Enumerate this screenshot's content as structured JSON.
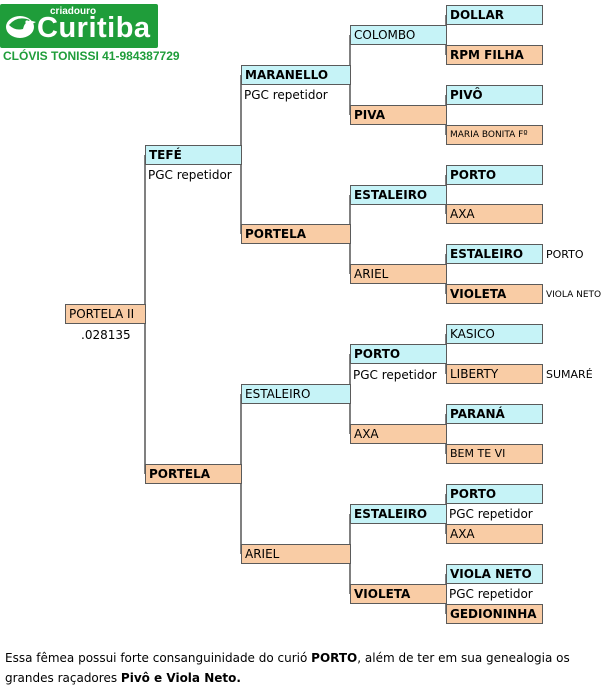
{
  "logo": {
    "small": "criadouro",
    "big": "Curitiba",
    "contact": "CLÓVIS TONISSI 41-984387729"
  },
  "nodes": {
    "g0": {
      "name": "PORTELA II",
      "note": ".028135"
    },
    "g1_tefe": {
      "name": "TEFÉ",
      "note": "PGC repetidor"
    },
    "g1_portela": {
      "name": "PORTELA"
    },
    "g2_maranello": {
      "name": "MARANELLO",
      "note": "PGC repetidor"
    },
    "g2_portela": {
      "name": "PORTELA"
    },
    "g2_estaleiro": {
      "name": "ESTALEIRO"
    },
    "g2_ariel": {
      "name": "ARIEL"
    },
    "g3_colombo": {
      "name": "COLOMBO"
    },
    "g3_piva": {
      "name": "PIVA"
    },
    "g3_estaleiro_a": {
      "name": "ESTALEIRO"
    },
    "g3_ariel": {
      "name": "ARIEL"
    },
    "g3_porto": {
      "name": "PORTO",
      "note": "PGC repetidor"
    },
    "g3_axa": {
      "name": "AXA"
    },
    "g3_estaleiro_b": {
      "name": "ESTALEIRO"
    },
    "g3_violeta": {
      "name": "VIOLETA"
    },
    "g4_dollar": {
      "name": "DOLLAR"
    },
    "g4_rpm": {
      "name": "RPM FILHA"
    },
    "g4_pivo": {
      "name": "PIVÔ"
    },
    "g4_maria": {
      "name": "MARIA BONITA Fº"
    },
    "g4_porto_a": {
      "name": "PORTO"
    },
    "g4_axa_a": {
      "name": "AXA"
    },
    "g4_estaleiro": {
      "name": "ESTALEIRO",
      "side": "PORTO"
    },
    "g4_violeta": {
      "name": "VIOLETA",
      "side": "VIOLA NETO"
    },
    "g4_kasico": {
      "name": "KASICO"
    },
    "g4_liberty": {
      "name": "LIBERTY",
      "side": "SUMARÉ"
    },
    "g4_parana": {
      "name": "PARANÁ"
    },
    "g4_bemtevi": {
      "name": "BEM TE VI"
    },
    "g4_porto_b": {
      "name": "PORTO",
      "note": "PGC repetidor"
    },
    "g4_axa_b": {
      "name": "AXA"
    },
    "g4_violaneto": {
      "name": "VIOLA NETO",
      "note": "PGC repetidor"
    },
    "g4_gedioninha": {
      "name": "GEDIONINHA"
    }
  },
  "footer": {
    "p1": "Essa fêmea possui forte consanguinidade do curió ",
    "bold1": "PORTO",
    "p2": ", além de ter em sua genealogia os grandes raçadores ",
    "bold2": "Pivô e Viola Neto."
  },
  "colors": {
    "male": "#c6f3f7",
    "female": "#f9cca5",
    "brand": "#1f9d3a"
  }
}
